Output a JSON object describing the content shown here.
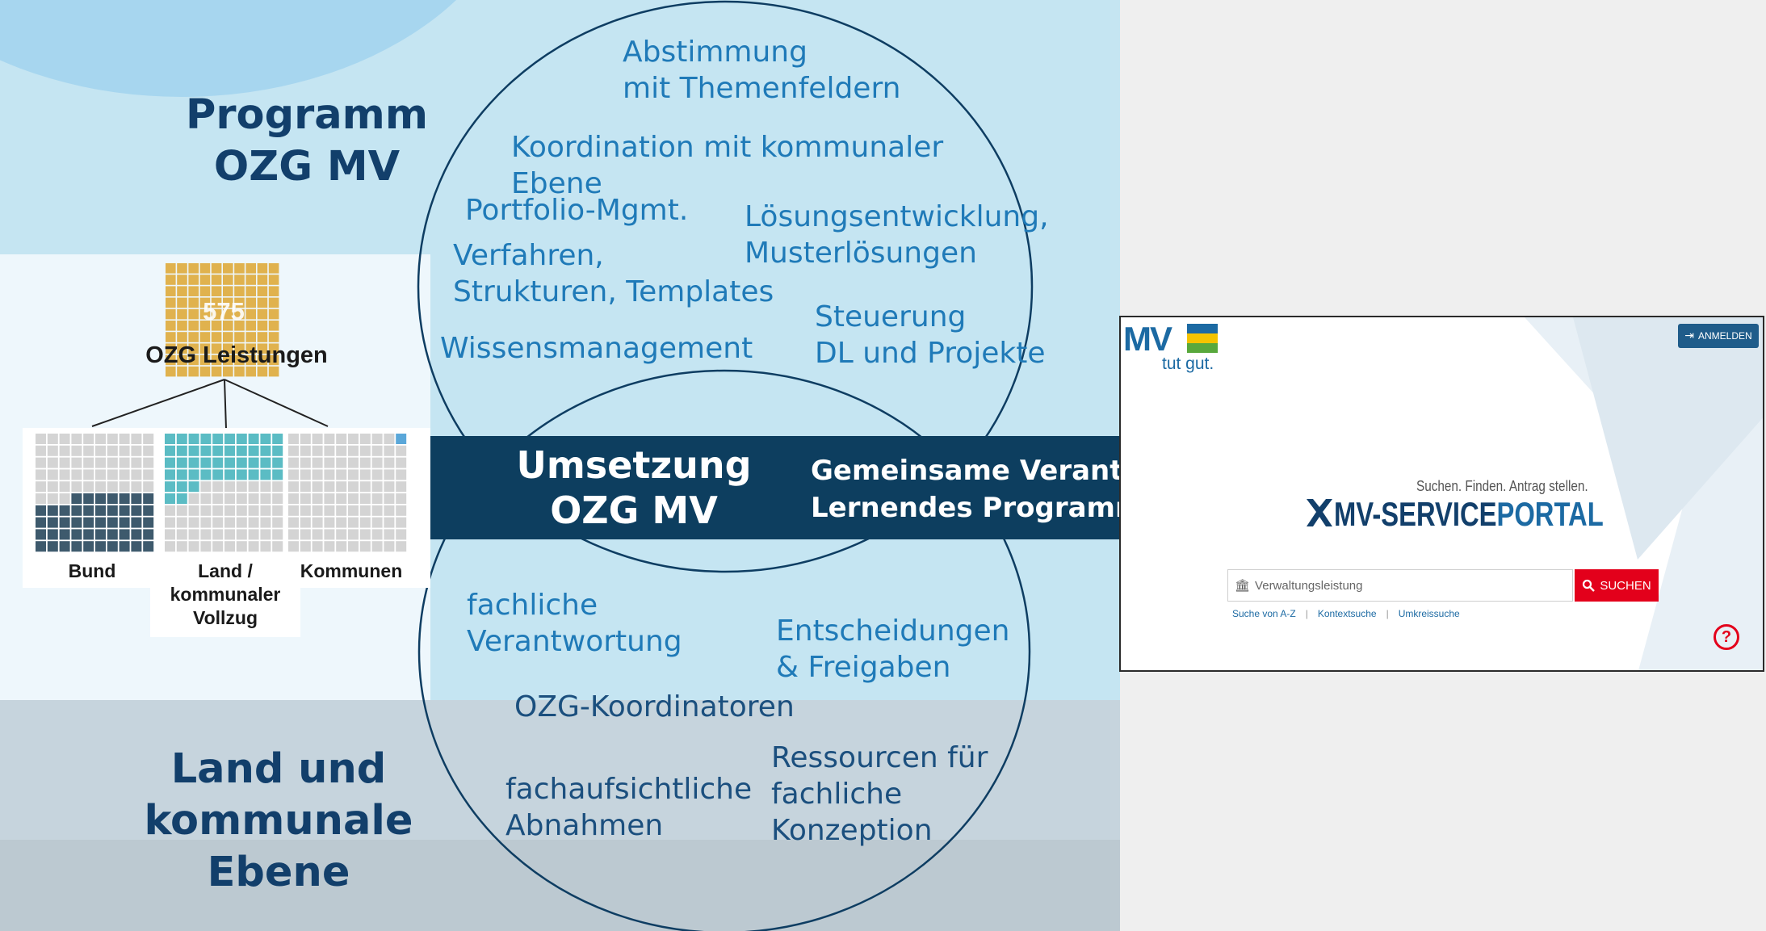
{
  "header": {
    "title_line1": "Programm",
    "title_line2": "OZG MV"
  },
  "footer_heading": {
    "line1": "Land und",
    "line2": "kommunale Ebene"
  },
  "ozg": {
    "count": "575",
    "label": "OZG Leistungen",
    "groups": [
      {
        "label": "Bund"
      },
      {
        "label_line1": "Land /",
        "label_line2": "kommunaler",
        "label_line3": "Vollzug"
      },
      {
        "label": "Kommunen"
      }
    ],
    "colors": {
      "gold": "#e0b24e",
      "bund": "#3e5a6d",
      "land": "#5bbcc4",
      "kommunen": "#5aa7d9",
      "empty": "#d4d4d4"
    }
  },
  "top_circle": {
    "items": [
      {
        "line1": "Abstimmung",
        "line2": "mit Themenfeldern"
      },
      {
        "line1": "Koordination mit kommunaler",
        "line2": "Ebene"
      },
      {
        "line1": "Portfolio-Mgmt."
      },
      {
        "line1": "Lösungsentwicklung,",
        "line2": "Musterlösungen"
      },
      {
        "line1": "Verfahren,",
        "line2": "Strukturen, Templates"
      },
      {
        "line1": "Steuerung",
        "line2": "DL und Projekte"
      },
      {
        "line1": "Wissensmanagement"
      }
    ]
  },
  "center": {
    "line1": "Umsetzung",
    "line2": "OZG MV"
  },
  "arrow": {
    "line1": "Gemeinsame Verantwortung",
    "line2": "Lernendes Programm",
    "color": "#0d3e5f"
  },
  "bottom_circle": {
    "items": [
      {
        "line1": "fachliche",
        "line2": "Verantwortung"
      },
      {
        "line1": "Entscheidungen",
        "line2": "& Freigaben"
      },
      {
        "line1": "OZG-Koordinatoren"
      },
      {
        "line1": "fachaufsichtliche",
        "line2": "Abnahmen"
      },
      {
        "line1": "Ressourcen für",
        "line2": "fachliche",
        "line3": "Konzeption"
      }
    ]
  },
  "portal": {
    "logo_mv": "MV",
    "logo_tagline": "tut gut.",
    "login_label": "ANMELDEN",
    "slogan": "Suchen. Finden. Antrag stellen.",
    "name_part1": "MV-SERVICE",
    "name_part2": "PORTAL",
    "search_placeholder": "Verwaltungsleistung",
    "search_button": "SUCHEN",
    "links": [
      "Suche von A-Z",
      "Kontextsuche",
      "Umkreissuche"
    ],
    "help_symbol": "?",
    "colors": {
      "brand": "#1c6aa3",
      "search_red": "#e3001b"
    }
  }
}
